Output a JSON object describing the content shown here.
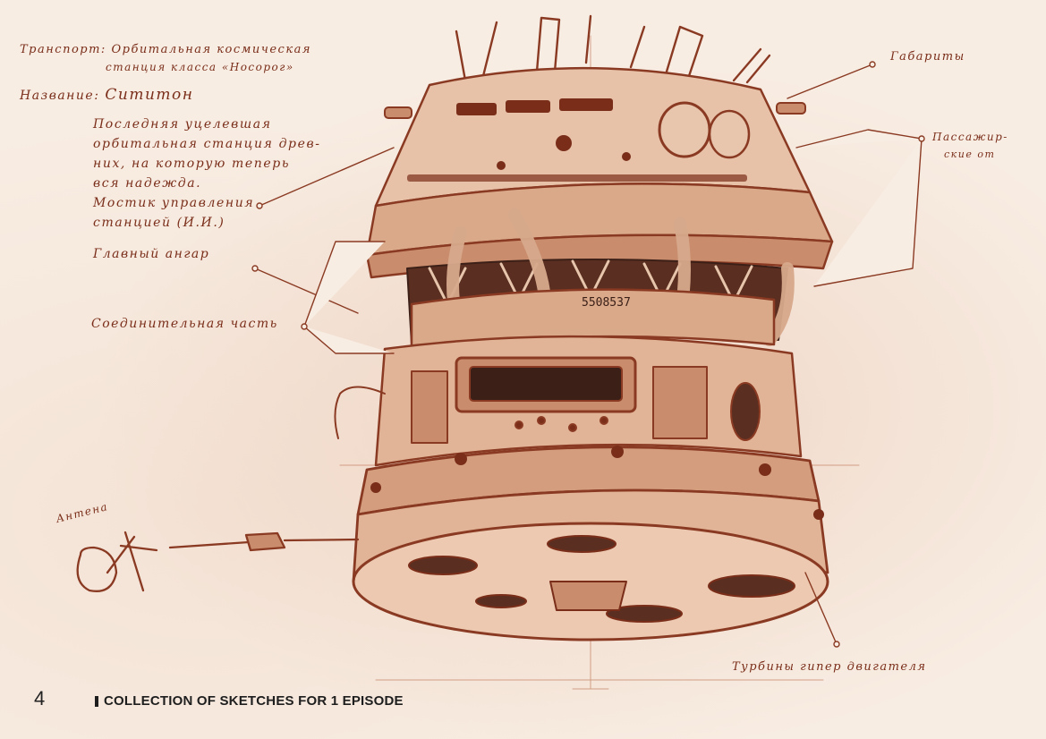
{
  "header": {
    "transport_label": "Транспорт:",
    "transport_value": "Орбитальная космическая",
    "transport_value2": "станция класса «Носорог»",
    "name_label": "Название:",
    "name_value": "Сититон"
  },
  "notes": [
    "Последняя уцелевшая",
    "орбитальная станция древ-",
    "них, на которую теперь",
    "вся надежда.",
    "Мостик управления",
    "станцией (И.И.)"
  ],
  "callouts": {
    "hangar": "Главный ангар",
    "connector": "Соединительная часть",
    "antenna": "Антена",
    "dimensions": "Габариты",
    "passenger": "Пассажир-",
    "passenger2": "ские от",
    "turbines": "Турбины гипер двигателя"
  },
  "serial": "5508537",
  "footer": {
    "page_number": "4",
    "title": "COLLECTION OF SKETCHES FOR 1 EPISODE"
  },
  "colors": {
    "ink": "#7a2e1a",
    "paper": "#f8ede3",
    "footer_text": "#1e1e1e"
  }
}
